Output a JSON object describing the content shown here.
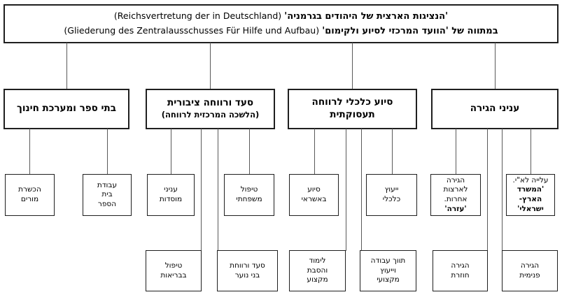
{
  "colors": {
    "background": "#ffffff",
    "box_border": "#1f1f1f",
    "connector": "#5a5a5a",
    "text": "#000000"
  },
  "root": {
    "line1_hebrew": "'הנציגות הארצית של היהודים בגרמניה'",
    "line1_latin": "(Reichsvertretung der in Deutschland)",
    "line2_hebrew": "במתווה של 'הוועד המרכזי לסיוע ולקימום'",
    "line2_latin": "(Gliederung des Zentralausschusses Für Hilfe und Aufbau)"
  },
  "departments": [
    {
      "title": "בתי ספר ומערכת חינוך",
      "subtitle": ""
    },
    {
      "title": "סעד ורווחה ציבורית",
      "subtitle": "(הלשכה המרכזית לרווחה)"
    },
    {
      "title": "סיוע כלכלי לרווחה\nתעסוקתית",
      "subtitle": ""
    },
    {
      "title": "עניני הגירה",
      "subtitle": ""
    }
  ],
  "units_row1": [
    {
      "text": "הכשרת\nמורים",
      "bold_text": ""
    },
    {
      "text": "עבודת\nבית\nהספר",
      "bold_text": ""
    },
    {
      "text": "עניני\nמוסדות",
      "bold_text": ""
    },
    {
      "text": "טיפול\nמשפחתי",
      "bold_text": ""
    },
    {
      "text": "סיוע\nבאשראי",
      "bold_text": ""
    },
    {
      "text": "ייעוץ\nכלכלי",
      "bold_text": ""
    },
    {
      "text": "הגירה\nלארצות\nאחרות.",
      "bold_text": "'עזרה'"
    },
    {
      "text": "עלייה לא\"י.",
      "bold_text": "'המשרד\nהארץ-\nישראלי'"
    }
  ],
  "units_row2": [
    {
      "text": "טיפול\nבבריאות"
    },
    {
      "text": "סעד ורווחת\nבני נוער"
    },
    {
      "text": "לימוד\nוהסבת\nמקצוע"
    },
    {
      "text": "תווך עבודה\nוייעוץ\nמקצועי"
    },
    {
      "text": "הגירה\nחוזרת"
    },
    {
      "text": "הגירה\nפנימית"
    }
  ]
}
